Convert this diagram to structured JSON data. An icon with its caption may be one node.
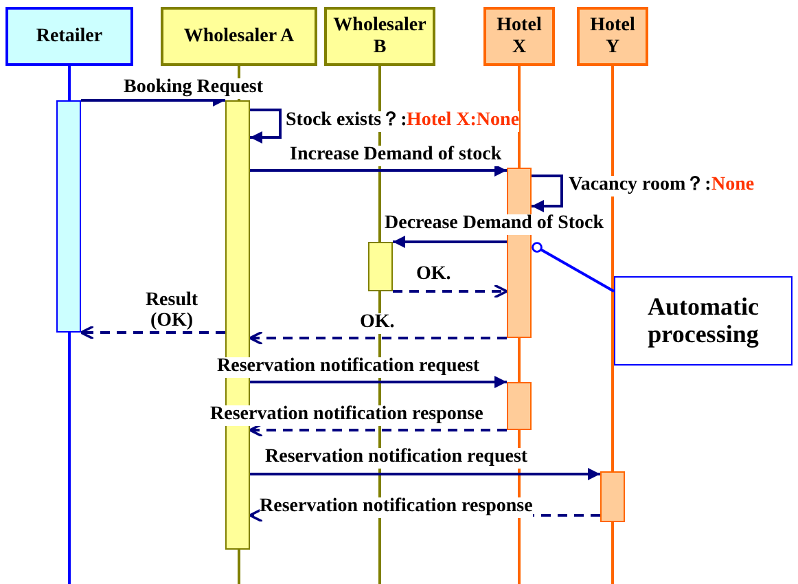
{
  "diagram": {
    "nodes": [
      {
        "text": [
          "Retailer"
        ]
      },
      {
        "text": [
          "Wholesaler A"
        ]
      },
      {
        "text": [
          "Wholesaler B"
        ]
      },
      {
        "text": [
          "Hotel X"
        ]
      },
      {
        "text": [
          "Hotel Y"
        ]
      },
      {
        "text": [],
        "shape": "bar"
      },
      {
        "text": [],
        "shape": "bar"
      },
      {
        "text": [],
        "shape": "bar"
      },
      {
        "text": [],
        "shape": "bar"
      },
      {
        "text": [],
        "shape": "bar"
      },
      {
        "text": [],
        "shape": "bar"
      },
      {
        "text": [
          "Automatic processing"
        ]
      }
    ],
    "edges": [
      {
        "from": 5,
        "to": 6,
        "arrow": "to",
        "label": "Booking Request"
      },
      {
        "from": 6,
        "to": 6,
        "arrow": "to",
        "label": "Stock exists？:"
      },
      {
        "from": 6,
        "to": 8,
        "arrow": "to",
        "label": "Increase Demand of stock"
      },
      {
        "from": 8,
        "to": 8,
        "arrow": "to",
        "label": "Vacancy room？:"
      },
      {
        "from": 8,
        "to": 7,
        "arrow": "to",
        "label": "Decrease Demand of Stock"
      },
      {
        "from": 7,
        "to": 8,
        "arrow": "to",
        "label": "OK.",
        "style": "dashed"
      },
      {
        "from": 8,
        "to": 6,
        "arrow": "to",
        "label": "OK.",
        "style": "dashed"
      },
      {
        "from": 6,
        "to": 5,
        "arrow": "to",
        "label": "Result (OK)",
        "style": "dashed"
      },
      {
        "from": 6,
        "to": 9,
        "arrow": "to",
        "label": "Reservation notification request"
      },
      {
        "from": 9,
        "to": 6,
        "arrow": "to",
        "label": "Reservation notification response",
        "style": "dashed"
      },
      {
        "from": 6,
        "to": 10,
        "arrow": "to",
        "label": "Reservation notification request"
      },
      {
        "from": 10,
        "to": 6,
        "arrow": "to",
        "label": "Reservation notification response",
        "style": "dashed"
      },
      {
        "from": 11,
        "to": 8,
        "arrow": "other",
        "color": "#0000ff"
      }
    ],
    "labels": [
      "Hotel X:None",
      "None"
    ]
  }
}
